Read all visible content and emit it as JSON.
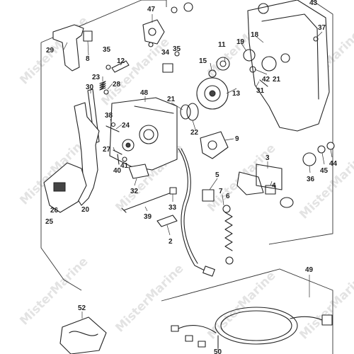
{
  "watermark": "MisterMarine",
  "callouts": [
    "47",
    "43",
    "29",
    "8",
    "35",
    "12",
    "37",
    "18",
    "19",
    "11",
    "15",
    "34",
    "35",
    "23",
    "28",
    "30",
    "42",
    "21",
    "13",
    "48",
    "21",
    "31",
    "38",
    "24",
    "22",
    "9",
    "27",
    "41",
    "40",
    "32",
    "3",
    "5",
    "7",
    "4",
    "36",
    "45",
    "44",
    "6",
    "39",
    "33",
    "2",
    "26",
    "20",
    "25",
    "49",
    "52",
    "50"
  ]
}
